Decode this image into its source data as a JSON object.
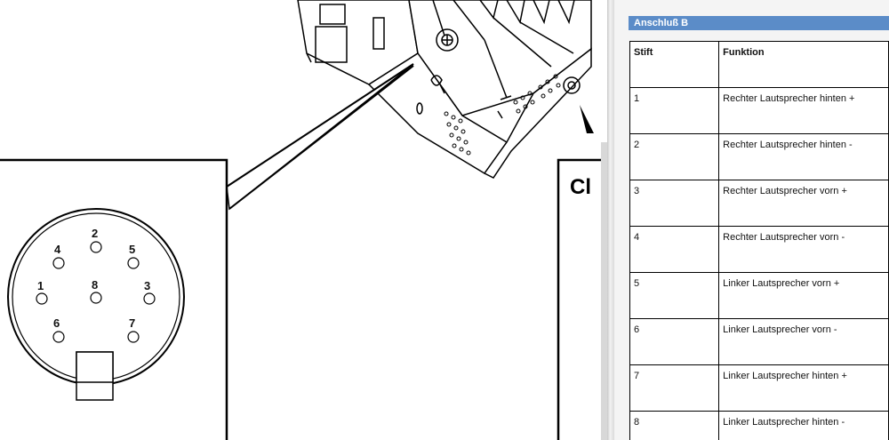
{
  "diagram": {
    "callout_partial_text": "Cl",
    "pins": [
      {
        "id": "pin-1",
        "label": "1"
      },
      {
        "id": "pin-2",
        "label": "2"
      },
      {
        "id": "pin-3",
        "label": "3"
      },
      {
        "id": "pin-4",
        "label": "4"
      },
      {
        "id": "pin-5",
        "label": "5"
      },
      {
        "id": "pin-6",
        "label": "6"
      },
      {
        "id": "pin-7",
        "label": "7"
      },
      {
        "id": "pin-8",
        "label": "8"
      }
    ]
  },
  "table": {
    "section_title": "Anschluß B",
    "header": {
      "pin": "Stift",
      "function": "Funktion"
    },
    "rows": [
      {
        "pin": "1",
        "function": "Rechter Lautsprecher hinten +"
      },
      {
        "pin": "2",
        "function": "Rechter Lautsprecher hinten -"
      },
      {
        "pin": "3",
        "function": "Rechter Lautsprecher vorn +"
      },
      {
        "pin": "4",
        "function": "Rechter Lautsprecher vorn -"
      },
      {
        "pin": "5",
        "function": "Linker Lautsprecher vorn +"
      },
      {
        "pin": "6",
        "function": "Linker Lautsprecher vorn -"
      },
      {
        "pin": "7",
        "function": "Linker Lautsprecher hinten +"
      },
      {
        "pin": "8",
        "function": "Linker Lautsprecher hinten -"
      }
    ]
  },
  "colors": {
    "header_bar": "#5b8cc8",
    "line_art": "#000000"
  }
}
